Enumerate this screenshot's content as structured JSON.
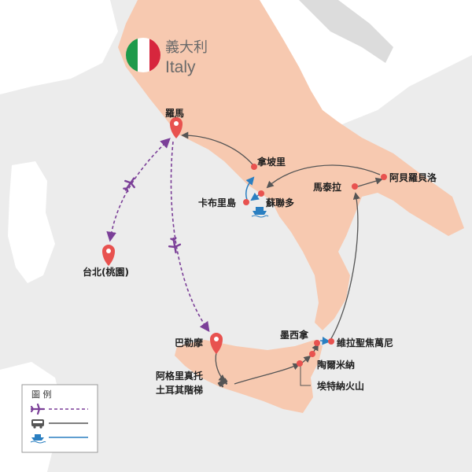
{
  "country": {
    "name_zh": "義大利",
    "name_en": "Italy"
  },
  "cities": {
    "rome": "羅馬",
    "taipei": "台北(桃園)",
    "palermo": "巴勒摩",
    "naples": "拿坡里",
    "capri": "卡布里島",
    "sorrento": "蘇聯多",
    "matera": "馬泰拉",
    "alberobello": "阿貝羅貝洛",
    "messina": "墨西拿",
    "villa_san_giovanni": "維拉聖焦萬尼",
    "taormina": "陶爾米納",
    "etna": "埃特納火山",
    "agrigento": "阿格里真托",
    "scala_dei_turchi": "土耳其階梯"
  },
  "legend": {
    "title": "圖 例",
    "items": [
      {
        "icon": "airplane-icon",
        "style": "dashed",
        "color": "#7b3f98"
      },
      {
        "icon": "bus-icon",
        "style": "solid",
        "color": "#555555"
      },
      {
        "icon": "ferry-icon",
        "style": "solid",
        "color": "#2a7fc1"
      }
    ]
  },
  "colors": {
    "land": "#f7c9b0",
    "sea": "#ececec",
    "neighbor": "#ffffff",
    "pin": "#e8524f",
    "flight": "#7b3f98",
    "bus": "#555555",
    "ferry": "#2a7fc1"
  }
}
